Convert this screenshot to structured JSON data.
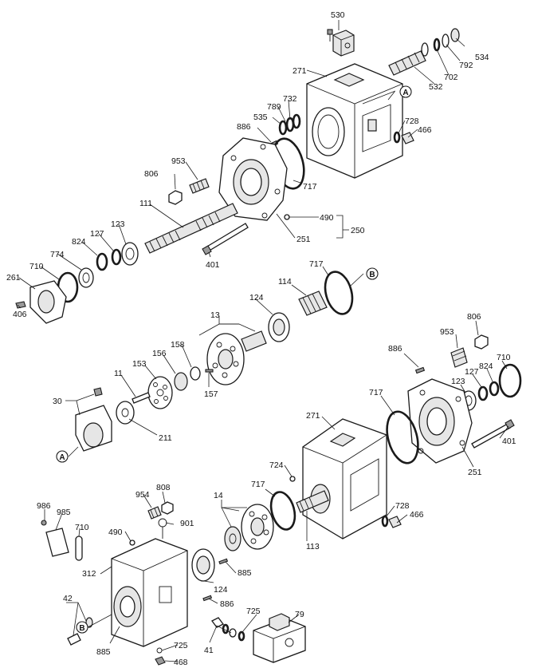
{
  "callouts": {
    "a_top": "A",
    "b_mid": "B",
    "a_left": "A",
    "b_bottom": "B"
  },
  "labels": {
    "p530": "530",
    "p534": "534",
    "p792": "792",
    "p702": "702",
    "p532": "532",
    "p271a": "271",
    "p732": "732",
    "p789": "789",
    "p535": "535",
    "p728a": "728",
    "p466a": "466",
    "p886a": "886",
    "p953a": "953",
    "p806a": "806",
    "p717a": "717",
    "p111": "111",
    "p490a": "490",
    "p250": "250",
    "p251a": "251",
    "p123a": "123",
    "p127a": "127",
    "p824a": "824",
    "p774": "774",
    "p710a": "710",
    "p261": "261",
    "p406": "406",
    "p401a": "401",
    "p717b": "717",
    "p114": "114",
    "p124a": "124",
    "p13": "13",
    "p158": "158",
    "p156": "156",
    "p153": "153",
    "p11": "11",
    "p157": "157",
    "p30": "30",
    "p211": "211",
    "p806b": "806",
    "p953b": "953",
    "p886b": "886",
    "p710b": "710",
    "p824b": "824",
    "p127b": "127",
    "p123b": "123",
    "p717c": "717",
    "p271b": "271",
    "p401b": "401",
    "p724": "724",
    "p251b": "251",
    "p717d": "717",
    "p728b": "728",
    "p466b": "466",
    "p113": "113",
    "p14": "14",
    "p954": "954",
    "p808": "808",
    "p901": "901",
    "p986": "986",
    "p985": "985",
    "p710c": "710",
    "p490b": "490",
    "p312": "312",
    "p885a": "885",
    "p124b": "124",
    "p886c": "886",
    "p42": "42",
    "p725a": "725",
    "p79": "79",
    "p885b": "885",
    "p41": "41",
    "p725b": "725",
    "p468": "468"
  }
}
